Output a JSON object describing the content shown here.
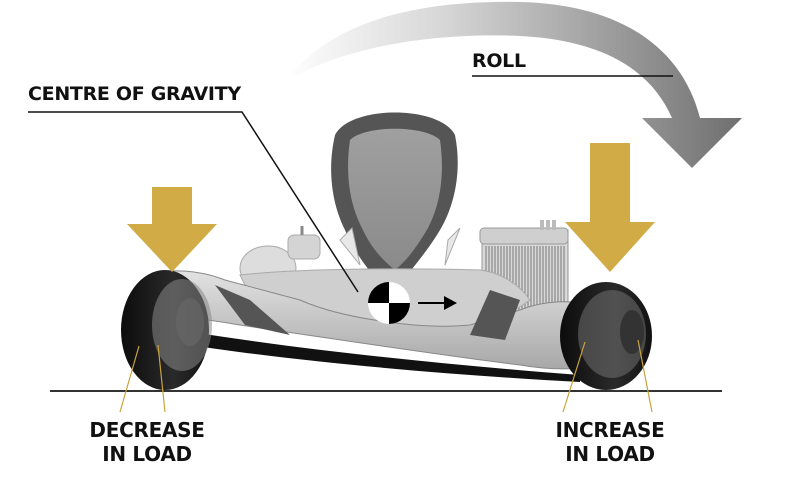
{
  "diagram": {
    "title": "Kart roll and weight transfer",
    "labels": {
      "centre_of_gravity": "CENTRE OF GRAVITY",
      "roll": "ROLL",
      "decrease_line1": "DECREASE",
      "decrease_line2": "IN LOAD",
      "increase_line1": "INCREASE",
      "increase_line2": "IN LOAD"
    },
    "colors": {
      "load_arrow": "#d1ab45",
      "roll_arrow_dark": "#777777",
      "roll_arrow_light": "#f0f0f0",
      "leader_line_gold": "#c9a33a",
      "text": "#111111",
      "ground_line": "#333333",
      "tyre": "#1a1a1a",
      "body": "#c8c8c8",
      "seat": "#555555"
    },
    "icons": {
      "cog_marker": "centre-of-gravity-symbol",
      "motion_arrow": "arrow-right-icon",
      "load_decrease_arrow": "arrow-down-icon",
      "load_increase_arrow": "arrow-down-icon",
      "roll_arrow": "curved-arrow-icon"
    }
  }
}
